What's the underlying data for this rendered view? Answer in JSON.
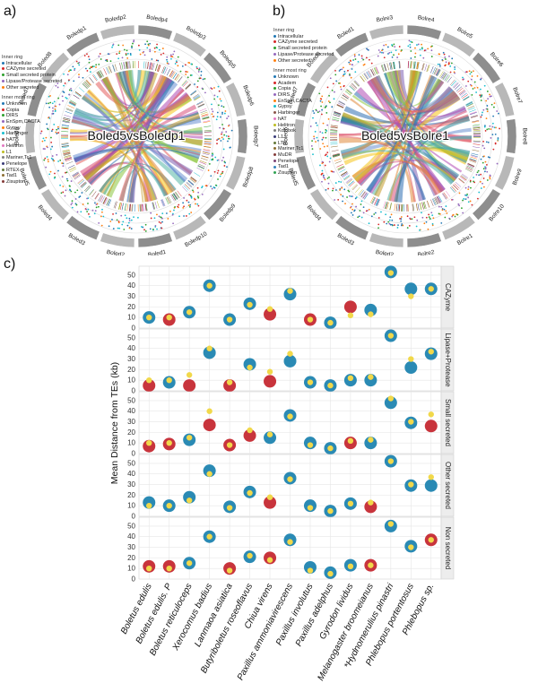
{
  "panel_a": {
    "letter": "a)",
    "center_label": "Boled5vsBoledp1",
    "outer_labels": [
      "Boledp4",
      "Boledp3",
      "Boledp5",
      "Boledp6",
      "Boledp7",
      "Boledp8",
      "Boledp9",
      "Boledp10",
      "Boled1",
      "Boled2",
      "Boled3",
      "Boled4",
      "Boled5",
      "Boled6",
      "Boled7",
      "Boled8",
      "Boledp1",
      "Boledp2"
    ],
    "legend": {
      "inner_ring_title": "Inner ring",
      "inner_ring": [
        "Intracellular",
        "CAZyme secreted",
        "Small secreted protein",
        "Lipase/Protease secreted",
        "Other secreted"
      ],
      "inner_most_title": "Inner most ring",
      "inner_most": [
        "Unknown",
        "Copia",
        "DIRS",
        "EnSpm,CACTA",
        "Gypsy",
        "Harbinger",
        "hAT",
        "Helitron",
        "L1",
        "Mariner,Tc1",
        "Penelope",
        "RTEX",
        "Tad1",
        "Zisupton"
      ]
    }
  },
  "panel_b": {
    "letter": "b)",
    "center_label": "Boled5vsBolre1",
    "outer_labels": [
      "Bolre4",
      "Bolre5",
      "Bolre6",
      "Bolre7",
      "Bolre8",
      "Bolre9",
      "Bolre10",
      "Bolre1",
      "Bolre2",
      "Boled2",
      "Boled3",
      "Boled4",
      "Boled5",
      "Boled6",
      "Boled7",
      "Boled8",
      "Boled1",
      "Bolre3"
    ],
    "legend": {
      "inner_ring_title": "Inner ring",
      "inner_ring": [
        "Intracellular",
        "CAZyme secreted",
        "Small secreted protein",
        "Lipase/Protease secreted",
        "Other secreted"
      ],
      "inner_most_title": "Inner most ring",
      "inner_most": [
        "Unknown",
        "Academ",
        "Copia",
        "DIRS",
        "EnSpm,CACTA",
        "Gypsy",
        "Harbinger",
        "hAT",
        "Helitron",
        "Kolobok",
        "L1",
        "LTR",
        "Mariner,Tc1",
        "MuDR",
        "Penelope",
        "Tad1",
        "Zisupton"
      ]
    }
  },
  "panel_c": {
    "letter": "c)"
  },
  "colors": {
    "teal": "#2a8ab4",
    "red": "#c8343c",
    "yellow": "#f1d84a",
    "grid": "#e6e6e6",
    "strip": "#ededed"
  },
  "chart_data": {
    "type": "scatter",
    "ylabel": "Mean Distance from TEs (kb)",
    "ylim": [
      0,
      50
    ],
    "yticks": [
      0,
      10,
      20,
      30,
      40,
      50
    ],
    "categories": [
      "Boletus edulis",
      "Boletus edulis. P",
      "Boletus reticuloceps",
      "Xerocomus badius",
      "Lanmaoa asiatica",
      "Butyriboletus roseoflavus",
      "Chiua virens",
      "Paxillus ammoniavirescens",
      "Paxillus involutus",
      "Paxillus adelphus",
      "Gyrodon lividus",
      "Melanogaster broomeianus",
      "*Hydnomerulius pinastri",
      "Phlebopus portentosus",
      "Phlebopus sp."
    ],
    "marked_category_symbol": "*",
    "series_markers": [
      "large colored circle: genes in class (teal = higher, red = lower than genome background)",
      "small yellow circle: genome background"
    ],
    "facets": [
      {
        "name": "CAZyme",
        "main": [
          10,
          8,
          15,
          40,
          8,
          23,
          13,
          32,
          8,
          5,
          20,
          17,
          53,
          37,
          37
        ],
        "main_color": [
          "teal",
          "red",
          "teal",
          "teal",
          "teal",
          "teal",
          "red",
          "teal",
          "red",
          "teal",
          "red",
          "teal",
          "teal",
          "teal",
          "teal"
        ],
        "bg": [
          10,
          10,
          15,
          40,
          8,
          22,
          18,
          35,
          8,
          5,
          12,
          13,
          52,
          30,
          37
        ]
      },
      {
        "name": "Lipase+Protease",
        "main": [
          5,
          8,
          5,
          36,
          5,
          25,
          9,
          28,
          8,
          5,
          10,
          10,
          52,
          22,
          35
        ],
        "main_color": [
          "red",
          "teal",
          "red",
          "teal",
          "red",
          "teal",
          "red",
          "teal",
          "teal",
          "teal",
          "teal",
          "teal",
          "teal",
          "teal",
          "teal"
        ],
        "bg": [
          10,
          10,
          15,
          40,
          8,
          22,
          18,
          35,
          8,
          5,
          12,
          13,
          52,
          30,
          37
        ]
      },
      {
        "name": "Small secreted",
        "main": [
          7,
          9,
          13,
          27,
          8,
          17,
          15,
          36,
          10,
          5,
          10,
          10,
          48,
          29,
          26
        ],
        "main_color": [
          "red",
          "red",
          "teal",
          "red",
          "red",
          "red",
          "teal",
          "teal",
          "teal",
          "teal",
          "red",
          "teal",
          "teal",
          "teal",
          "red"
        ],
        "bg": [
          10,
          10,
          15,
          40,
          8,
          22,
          18,
          35,
          8,
          5,
          12,
          13,
          52,
          30,
          37
        ]
      },
      {
        "name": "Other secreted",
        "main": [
          13,
          10,
          18,
          43,
          9,
          23,
          13,
          36,
          10,
          5,
          12,
          9,
          52,
          29,
          29
        ],
        "main_color": [
          "teal",
          "teal",
          "teal",
          "teal",
          "teal",
          "teal",
          "red",
          "teal",
          "teal",
          "teal",
          "teal",
          "red",
          "teal",
          "teal",
          "teal"
        ],
        "bg": [
          10,
          10,
          15,
          40,
          8,
          22,
          18,
          35,
          8,
          5,
          12,
          13,
          52,
          30,
          37
        ]
      },
      {
        "name": "Non secreted",
        "main": [
          12,
          12,
          15,
          40,
          10,
          21,
          20,
          37,
          11,
          6,
          13,
          13,
          50,
          31,
          37
        ],
        "main_color": [
          "red",
          "red",
          "teal",
          "teal",
          "red",
          "teal",
          "red",
          "teal",
          "teal",
          "teal",
          "teal",
          "red",
          "teal",
          "teal",
          "red"
        ],
        "bg": [
          10,
          10,
          15,
          40,
          8,
          22,
          18,
          35,
          8,
          5,
          12,
          13,
          52,
          30,
          37
        ]
      }
    ]
  }
}
